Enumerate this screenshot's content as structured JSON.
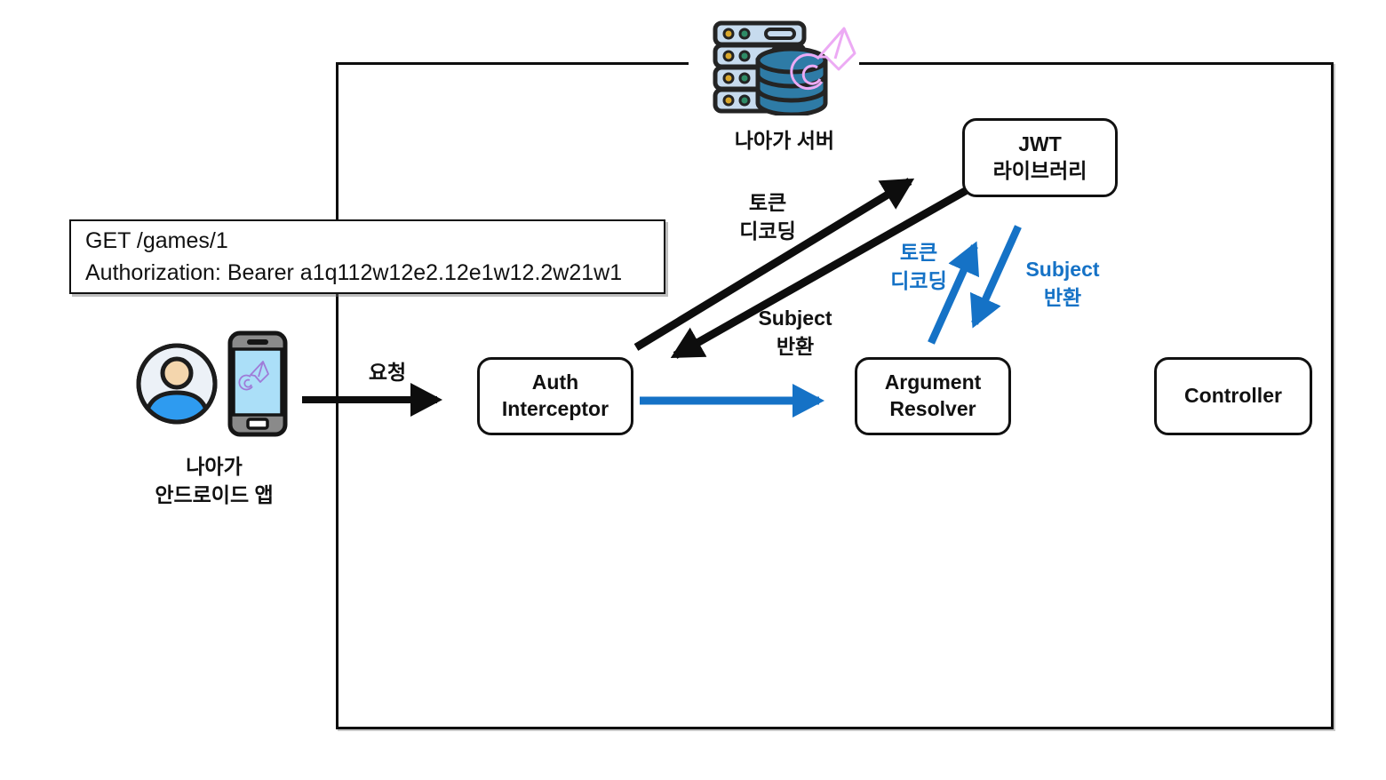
{
  "diagram": {
    "server": {
      "label": "나아가 서버"
    },
    "client": {
      "label": "나아가\n안드로이드 앱"
    },
    "request_box": {
      "line1": "GET /games/1",
      "line2": "Authorization: Bearer a1q112w12e2.12e1w12.2w21w1"
    },
    "nodes": {
      "auth_interceptor": "Auth\nInterceptor",
      "jwt_library": "JWT\n라이브러리",
      "argument_resolver": "Argument\nResolver",
      "controller": "Controller"
    },
    "edges": {
      "request": "요청",
      "token_decode_black": "토큰\n디코딩",
      "subject_return_black": "Subject\n반환",
      "token_decode_blue": "토큰\n디코딩",
      "subject_return_blue": "Subject\n반환"
    },
    "icons": {
      "server": "server-database-icon",
      "logo": "naaga-paper-plane-logo",
      "client_avatar": "user-avatar-icon",
      "client_phone": "smartphone-icon"
    },
    "colors": {
      "arrow_black": "#0d0d0d",
      "arrow_blue": "#1572C6",
      "logo_pink": "#ECAAF4",
      "screen_blue": "#ABDFF8",
      "db_blue": "#2E7BA6",
      "rack_blue": "#C7DBEE"
    }
  }
}
